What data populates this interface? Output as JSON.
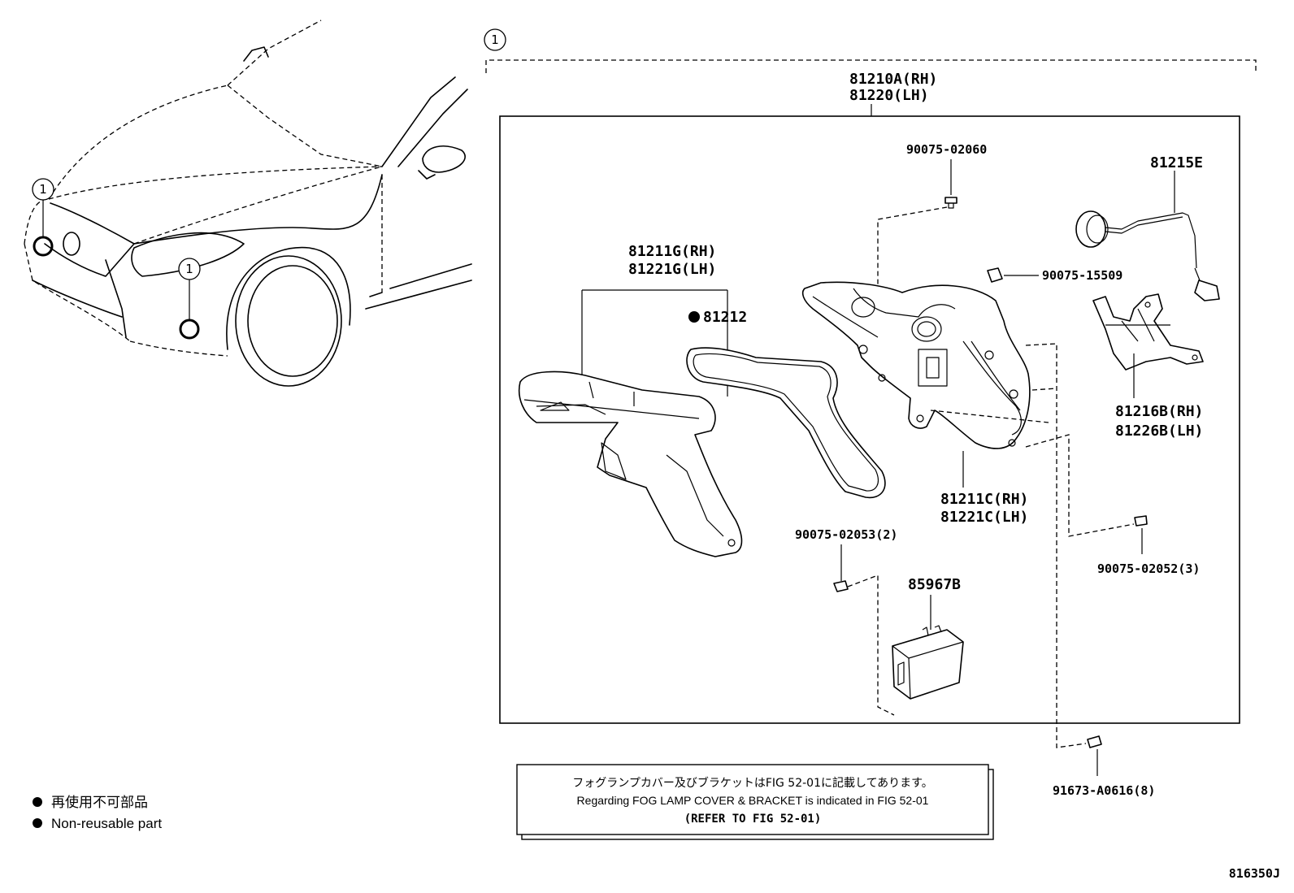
{
  "callout_marker": "1",
  "part_numbers": {
    "lamp_assy_rh": "81210A(RH)",
    "lamp_assy_lh": "81220(LH)",
    "screw_top": "90075-02060",
    "socket": "81215E",
    "grommet": "90075-15509",
    "cover_rh": "81211G(RH)",
    "cover_lh": "81221G(LH)",
    "gasket": "81212",
    "bracket_rh": "81216B(RH)",
    "bracket_lh": "81226B(LH)",
    "housing_rh": "81211C(RH)",
    "housing_lh": "81221C(LH)",
    "screw_cover": "90075-02053(2)",
    "screw_right": "90075-02052(3)",
    "module": "85967B",
    "bolt_bottom": "91673-A0616(8)"
  },
  "legend": {
    "jp": "再使用不可部品",
    "en": "Non-reusable part"
  },
  "note": {
    "jp": "フォグランプカバー及びブラケットはFIG 52-01に記載してあります。",
    "en": "Regarding FOG LAMP COVER & BRACKET is indicated in FIG 52-01",
    "ref": "(REFER TO FIG 52-01)"
  },
  "figure_id": "816350J"
}
